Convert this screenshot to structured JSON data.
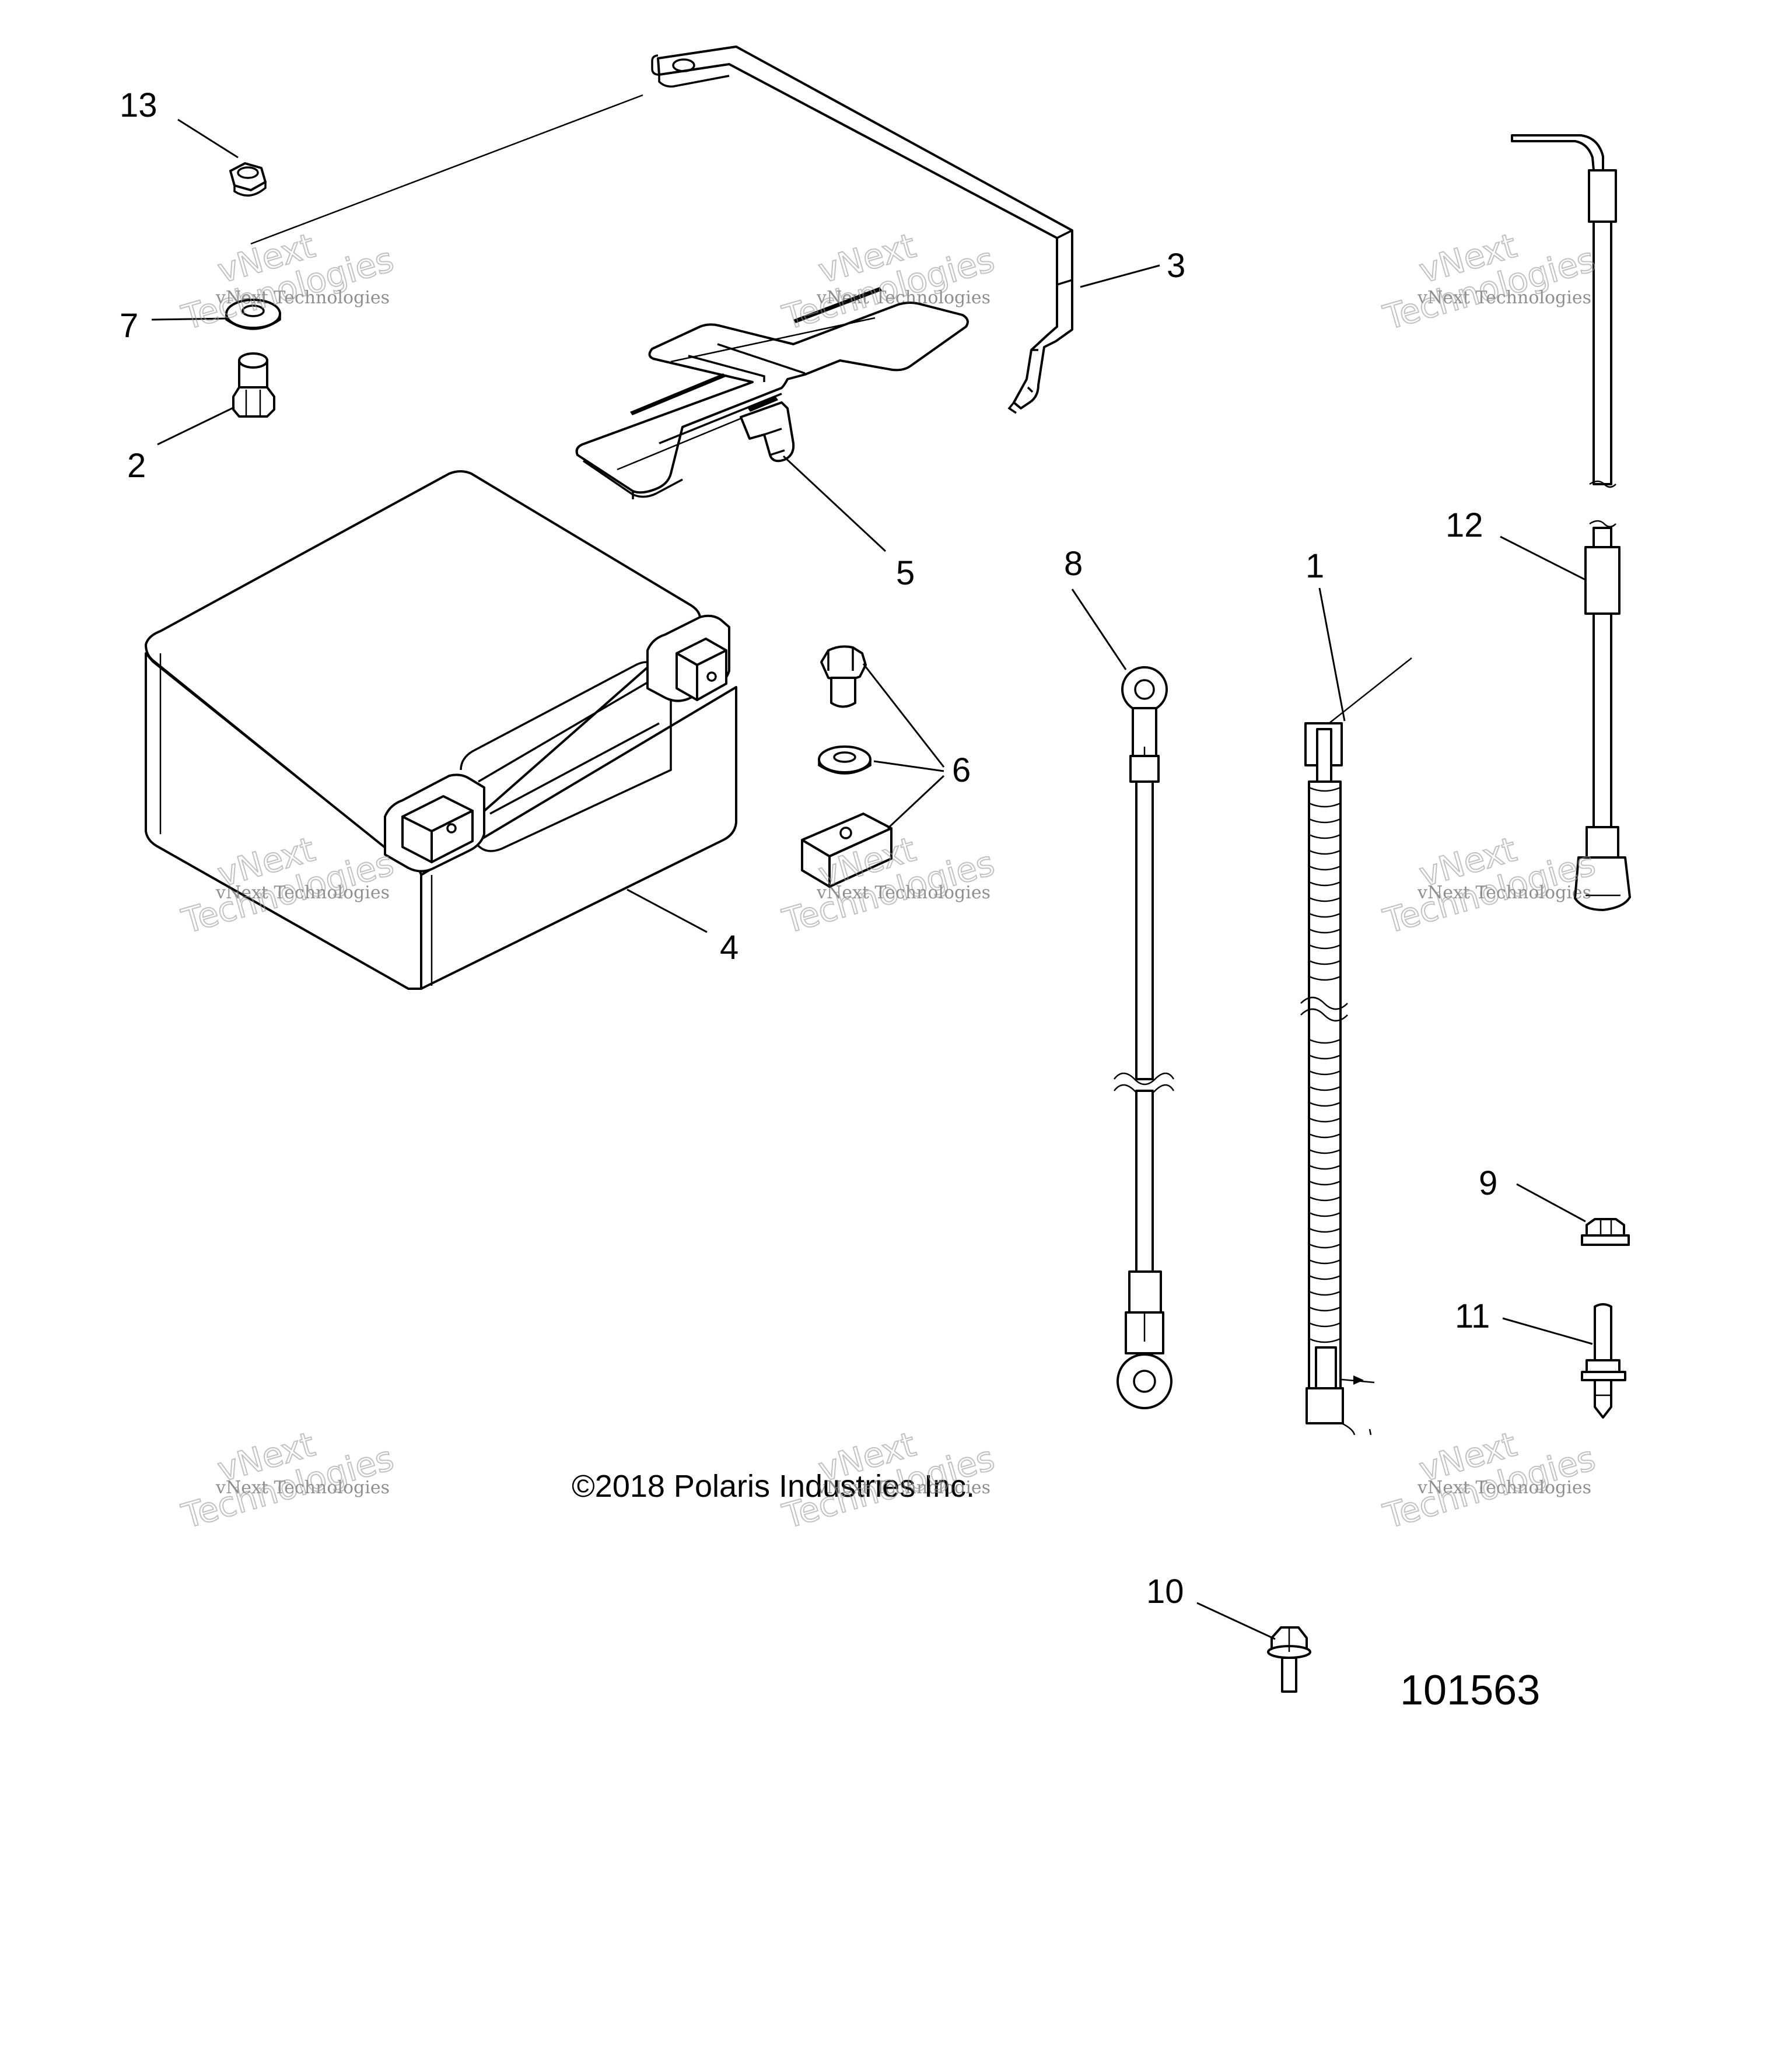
{
  "callouts": {
    "n1": "1",
    "n2": "2",
    "n3": "3",
    "n4": "4",
    "n5": "5",
    "n6": "6",
    "n7": "7",
    "n8": "8",
    "n9": "9",
    "n10": "10",
    "n11": "11",
    "n12": "12",
    "n13": "13"
  },
  "copyright": "©2018 Polaris Industries Inc.",
  "document_number": "101563",
  "watermark": {
    "small": "vNext Technologies",
    "large_top": "vNext",
    "large_bottom": "Technologies"
  }
}
